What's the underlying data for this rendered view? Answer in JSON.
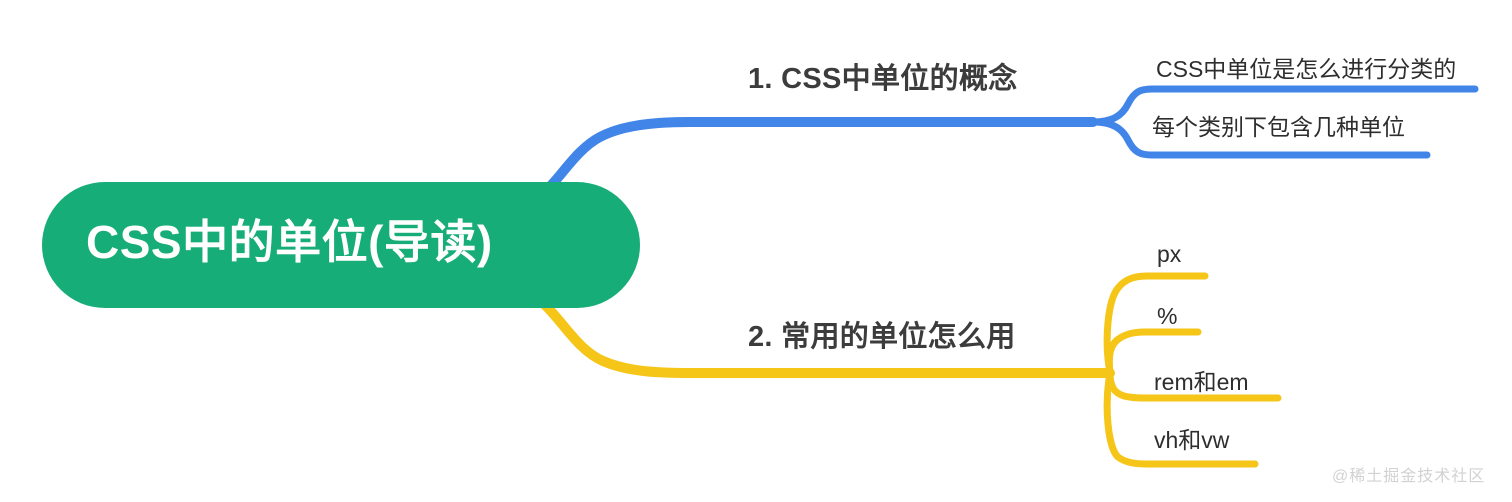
{
  "diagram": {
    "type": "mindmap",
    "title": "CSS中的单位(导读)",
    "watermark": "@稀土掘金技术社区",
    "colors": {
      "root_fill": "#17ad78",
      "branch_blue": "#4285e8",
      "branch_yellow": "#f5c518",
      "label_text": "#3c3c3c",
      "leaf_text": "#2e2e2e",
      "background": "#ffffff",
      "watermark_text": "#d2d2d2"
    },
    "root": {
      "label": "CSS中的单位(导读)"
    },
    "branches": [
      {
        "label": "1. CSS中单位的概念",
        "color": "#4285e8",
        "leaves": [
          {
            "label": "CSS中单位是怎么进行分类的"
          },
          {
            "label": "每个类别下包含几种单位"
          }
        ]
      },
      {
        "label": "2. 常用的单位怎么用",
        "color": "#f5c518",
        "leaves": [
          {
            "label": "px"
          },
          {
            "label": "%"
          },
          {
            "label": "rem和em"
          },
          {
            "label": "vh和vw"
          }
        ]
      }
    ]
  }
}
